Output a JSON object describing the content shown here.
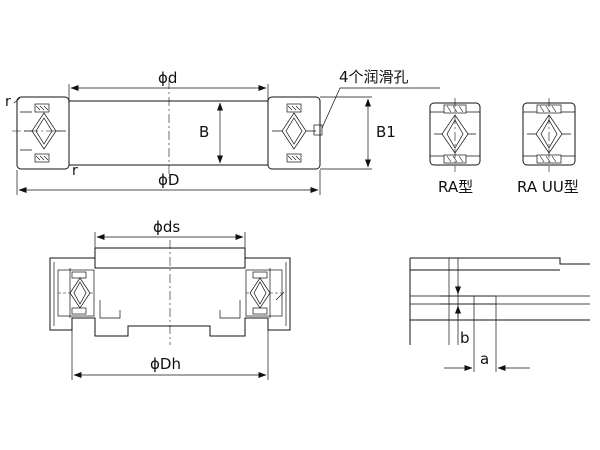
{
  "labels": {
    "phi_d": "ϕd",
    "phi_D": "ϕD",
    "B": "B",
    "B1": "B1",
    "r_top": "r",
    "r_bottom": "r",
    "lube_holes": "4个润滑孔",
    "ra_type": "RA型",
    "ra_uu_type": "RA UU型",
    "phi_ds": "ϕds",
    "phi_Dh": "ϕDh",
    "dim_a": "a",
    "dim_b": "b"
  },
  "colors": {
    "line": "#111111",
    "background": "#ffffff"
  }
}
